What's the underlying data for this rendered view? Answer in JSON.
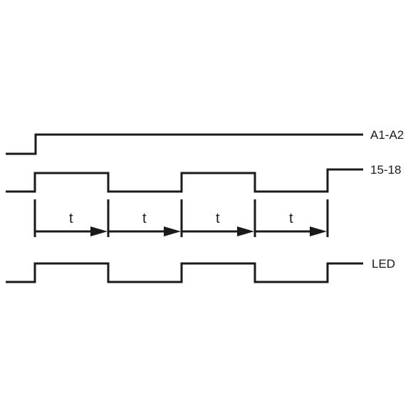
{
  "signals": [
    {
      "id": "a1-a2",
      "label": "A1-A2",
      "levels": [
        0,
        1
      ]
    },
    {
      "id": "15-18",
      "label": "15-18",
      "levels": [
        0,
        1,
        0,
        1,
        0,
        1
      ]
    },
    {
      "id": "led",
      "label": "LED",
      "levels": [
        0,
        1,
        0,
        1,
        0,
        1
      ]
    }
  ],
  "interval_label": "t",
  "interval_count": 4,
  "colors": {
    "stroke": "#1a1a1a",
    "background": "#ffffff"
  }
}
